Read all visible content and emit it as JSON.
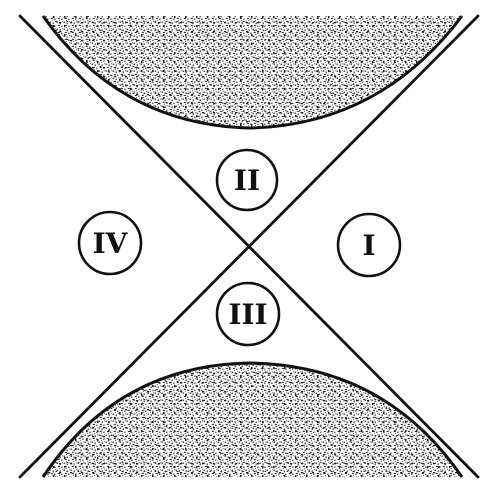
{
  "regions": {
    "I": "I",
    "II": "II",
    "III": "III",
    "IV": "IV"
  },
  "colors": {
    "ink": "#111111",
    "background": "#ffffff",
    "stipple": "#2a2a2a"
  }
}
